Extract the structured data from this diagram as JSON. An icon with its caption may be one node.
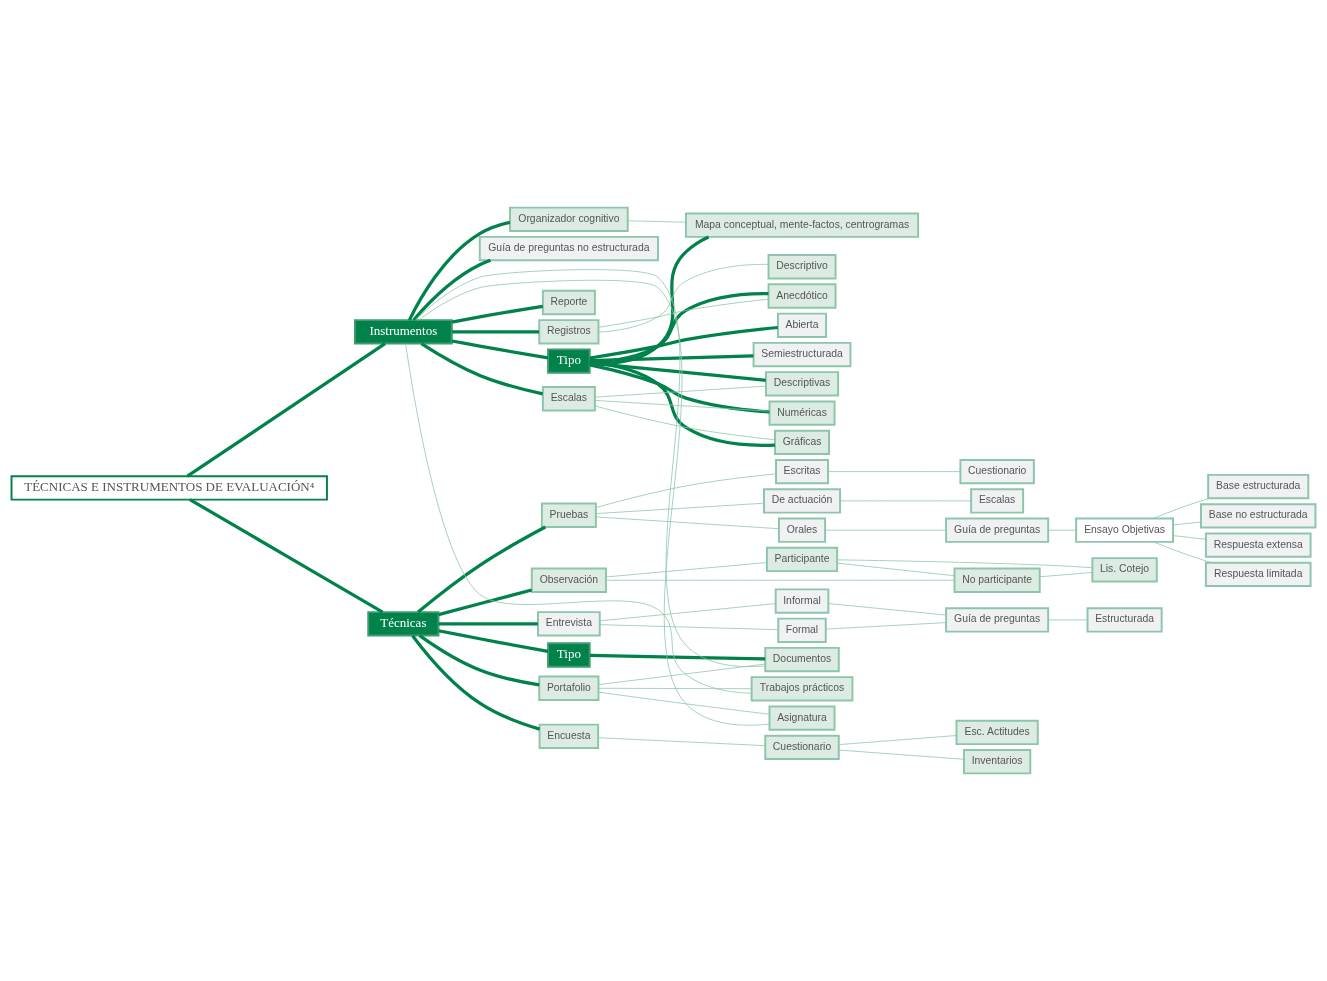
{
  "diagram": {
    "nodes": [
      {
        "text": [
          "TÉCNICAS E INSTRUMENTOS DE EVALUACIÓN⁴"
        ]
      },
      {
        "text": [
          "Técnicas"
        ]
      },
      {
        "text": [
          "Tipo"
        ]
      },
      {
        "text": [
          "Instrumentos"
        ]
      },
      {
        "text": [
          "Tipo"
        ]
      },
      {
        "text": [
          "Observación"
        ]
      },
      {
        "text": [
          "Entrevista"
        ]
      },
      {
        "text": [
          "Encuesta"
        ]
      },
      {
        "text": [
          "Pruebas"
        ]
      },
      {
        "text": [
          "Portafolio"
        ]
      },
      {
        "text": [
          "Participante"
        ]
      },
      {
        "text": [
          "No participante"
        ]
      },
      {
        "text": [
          "Formal"
        ]
      },
      {
        "text": [
          "Informal"
        ]
      },
      {
        "text": [
          "Orales"
        ]
      },
      {
        "text": [
          "Escritas"
        ]
      },
      {
        "text": [
          "De actuación"
        ]
      },
      {
        "text": [
          "Asignatura"
        ]
      },
      {
        "text": [
          "Trabajos prácticos"
        ]
      },
      {
        "text": [
          "Documentos"
        ]
      },
      {
        "text": [
          "Registros"
        ]
      },
      {
        "text": [
          "Lis. Cotejo"
        ]
      },
      {
        "text": [
          "Escalas"
        ]
      },
      {
        "text": [
          "Guía de preguntas"
        ]
      },
      {
        "text": [
          "Guía de preguntas no estructurada"
        ]
      },
      {
        "text": [
          "Cuestionario"
        ]
      },
      {
        "text": [
          "Guía de preguntas"
        ]
      },
      {
        "text": [
          "Cuestionario"
        ]
      },
      {
        "text": [
          "Escalas"
        ]
      },
      {
        "text": [
          "Reporte"
        ]
      },
      {
        "text": [
          "Organizador cognitivo"
        ]
      },
      {
        "text": [
          "Anecdótico"
        ]
      },
      {
        "text": [
          "Descriptivo"
        ]
      },
      {
        "text": [
          "Numéricas"
        ]
      },
      {
        "text": [
          "Gráficas"
        ]
      },
      {
        "text": [
          "Descriptivas"
        ]
      },
      {
        "text": [
          "Estructurada"
        ]
      },
      {
        "text": [
          "Semiestructurada"
        ]
      },
      {
        "text": [
          "Abierta"
        ]
      },
      {
        "text": [
          "Inventarios"
        ]
      },
      {
        "text": [
          "Esc. Actitudes"
        ]
      },
      {
        "text": [
          "Ensayo Objetivas"
        ]
      },
      {
        "text": [
          "Base estructurada"
        ]
      },
      {
        "text": [
          "Base no estructurada"
        ]
      },
      {
        "text": [
          "Respuesta extensa"
        ]
      },
      {
        "text": [
          "Respuesta limitada"
        ]
      },
      {
        "text": [
          "Mapa conceptual, mente-factos, centrogramas"
        ]
      }
    ],
    "edges": [
      {
        "from": 0,
        "to": 1,
        "arrow": "none",
        "style": "thick",
        "color": "#00824a"
      },
      {
        "from": 0,
        "to": 3,
        "arrow": "none",
        "style": "thick",
        "color": "#00824a"
      },
      {
        "from": 1,
        "to": 2,
        "arrow": "none",
        "style": "thick",
        "color": "#00824a"
      },
      {
        "from": 3,
        "to": 4,
        "arrow": "none",
        "style": "thick",
        "color": "#00824a"
      },
      {
        "from": 1,
        "to": 5,
        "arrow": "none",
        "style": "thick",
        "color": "#00824a"
      },
      {
        "from": 1,
        "to": 6,
        "arrow": "none",
        "style": "thick",
        "color": "#00824a"
      },
      {
        "from": 1,
        "to": 7,
        "arrow": "none",
        "style": "thick",
        "color": "#00824a"
      },
      {
        "from": 1,
        "to": 8,
        "arrow": "none",
        "style": "thick",
        "color": "#00824a"
      },
      {
        "from": 1,
        "to": 9,
        "arrow": "none",
        "style": "thick",
        "color": "#00824a"
      },
      {
        "from": 2,
        "to": 19,
        "arrow": "none",
        "style": "thick",
        "color": "#00824a"
      },
      {
        "from": 3,
        "to": 20,
        "arrow": "none",
        "style": "thick",
        "color": "#00824a"
      },
      {
        "from": 3,
        "to": 22,
        "arrow": "none",
        "style": "thick",
        "color": "#00824a"
      },
      {
        "from": 3,
        "to": 24,
        "arrow": "none",
        "style": "thick",
        "color": "#00824a"
      },
      {
        "from": 3,
        "to": 29,
        "arrow": "none",
        "style": "thick",
        "color": "#00824a"
      },
      {
        "from": 3,
        "to": 30,
        "arrow": "none",
        "style": "thick",
        "color": "#00824a"
      },
      {
        "from": 4,
        "to": 31,
        "arrow": "none",
        "style": "thick",
        "color": "#00824a"
      },
      {
        "from": 4,
        "to": 33,
        "arrow": "none",
        "style": "thick",
        "color": "#00824a"
      },
      {
        "from": 4,
        "to": 34,
        "arrow": "none",
        "style": "thick",
        "color": "#00824a"
      },
      {
        "from": 4,
        "to": 35,
        "arrow": "none",
        "style": "thick",
        "color": "#00824a"
      },
      {
        "from": 4,
        "to": 37,
        "arrow": "none",
        "style": "thick",
        "color": "#00824a"
      },
      {
        "from": 4,
        "to": 38,
        "arrow": "none",
        "style": "thick",
        "color": "#00824a"
      },
      {
        "from": 4,
        "to": 46,
        "arrow": "none",
        "style": "thick",
        "color": "#00824a"
      },
      {
        "from": 5,
        "to": 10,
        "arrow": "none"
      },
      {
        "from": 5,
        "to": 11,
        "arrow": "none"
      },
      {
        "from": 10,
        "to": 11,
        "arrow": "none"
      },
      {
        "from": 10,
        "to": 21,
        "arrow": "none"
      },
      {
        "from": 11,
        "to": 21,
        "arrow": "none"
      },
      {
        "from": 6,
        "to": 12,
        "arrow": "none"
      },
      {
        "from": 6,
        "to": 13,
        "arrow": "none"
      },
      {
        "from": 12,
        "to": 23,
        "arrow": "none"
      },
      {
        "from": 13,
        "to": 23,
        "arrow": "none"
      },
      {
        "from": 7,
        "to": 25,
        "arrow": "none"
      },
      {
        "from": 8,
        "to": 14,
        "arrow": "none"
      },
      {
        "from": 8,
        "to": 15,
        "arrow": "none"
      },
      {
        "from": 8,
        "to": 16,
        "arrow": "none"
      },
      {
        "from": 14,
        "to": 26,
        "arrow": "none"
      },
      {
        "from": 15,
        "to": 27,
        "arrow": "none"
      },
      {
        "from": 16,
        "to": 28,
        "arrow": "none"
      },
      {
        "from": 9,
        "to": 17,
        "arrow": "none"
      },
      {
        "from": 9,
        "to": 18,
        "arrow": "none"
      },
      {
        "from": 9,
        "to": 19,
        "arrow": "none"
      },
      {
        "from": 17,
        "to": 3,
        "arrow": "none"
      },
      {
        "from": 18,
        "to": 3,
        "arrow": "none"
      },
      {
        "from": 19,
        "to": 3,
        "arrow": "none"
      },
      {
        "from": 20,
        "to": 31,
        "arrow": "none"
      },
      {
        "from": 20,
        "to": 32,
        "arrow": "none"
      },
      {
        "from": 22,
        "to": 33,
        "arrow": "none"
      },
      {
        "from": 22,
        "to": 34,
        "arrow": "none"
      },
      {
        "from": 22,
        "to": 35,
        "arrow": "none"
      },
      {
        "from": 23,
        "to": 36,
        "arrow": "none"
      },
      {
        "from": 25,
        "to": 39,
        "arrow": "none"
      },
      {
        "from": 25,
        "to": 40,
        "arrow": "none"
      },
      {
        "from": 26,
        "to": 41,
        "arrow": "none"
      },
      {
        "from": 41,
        "to": 42,
        "arrow": "none"
      },
      {
        "from": 41,
        "to": 43,
        "arrow": "none"
      },
      {
        "from": 41,
        "to": 44,
        "arrow": "none"
      },
      {
        "from": 41,
        "to": 45,
        "arrow": "none"
      },
      {
        "from": 30,
        "to": 46,
        "arrow": "none"
      }
    ]
  }
}
